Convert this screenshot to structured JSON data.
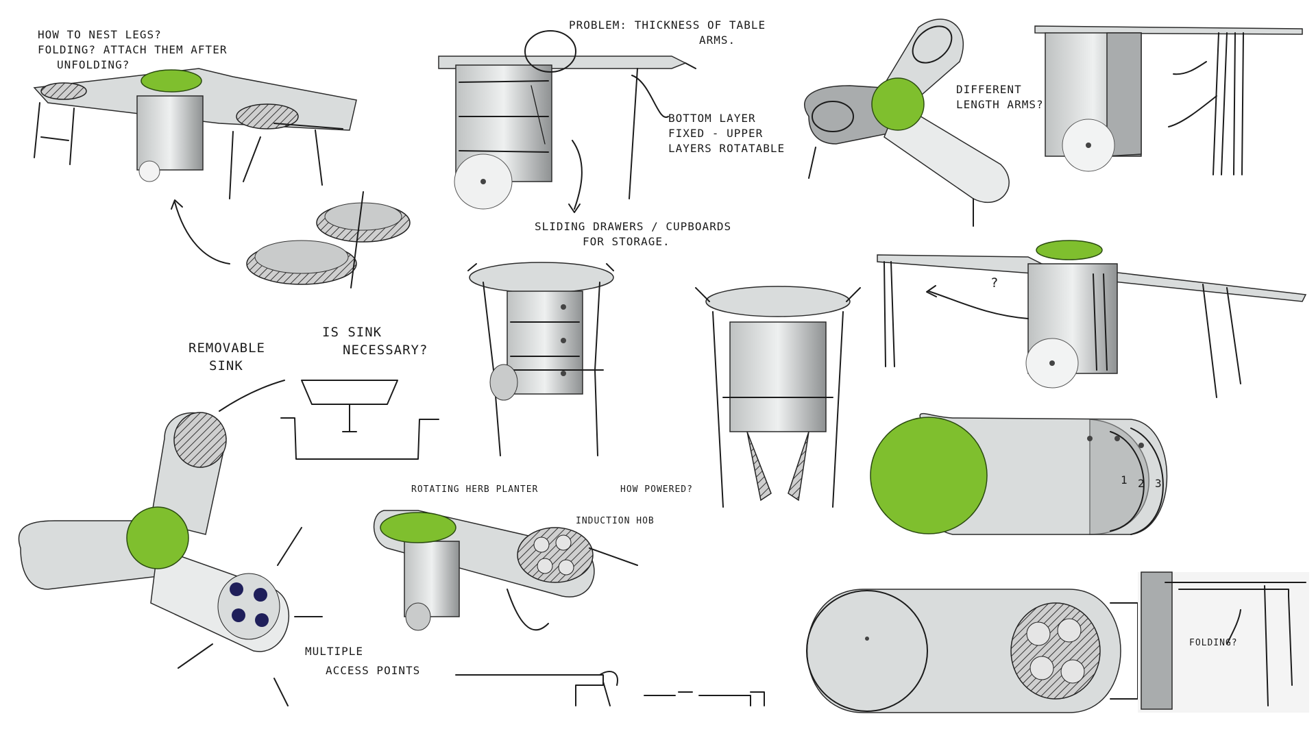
{
  "annotations": {
    "nest_legs": [
      "HOW TO NEST LEGS?",
      "FOLDING? ATTACH THEM AFTER",
      "UNFOLDING?"
    ],
    "problem": [
      "PROBLEM: THICKNESS OF TABLE",
      "ARMS."
    ],
    "bottom_layer": [
      "BOTTOM LAYER",
      "FIXED - UPPER",
      "LAYERS ROTATABLE"
    ],
    "different_arms": [
      "DIFFERENT",
      "LENGTH ARMS?"
    ],
    "sliding_drawers": [
      "SLIDING DRAWERS / CUPBOARDS",
      "FOR STORAGE."
    ],
    "question_mark": "?",
    "removable_sink": [
      "REMOVABLE",
      "SINK"
    ],
    "sink_necessary": [
      "IS SINK",
      "NECESSARY?"
    ],
    "herb_planter": "ROTATING HERB PLANTER",
    "how_powered": "HOW POWERED?",
    "induction_hob": "INDUCTION HOB",
    "multiple_access": [
      "MULTIPLE",
      "ACCESS POINTS"
    ],
    "folding": "FOLDING?",
    "layer_numbers": [
      "1",
      "2",
      "3"
    ]
  },
  "colors": {
    "ink": "#1b1b1b",
    "card": "#d9dcdc",
    "card_dark": "#a9acad",
    "herb_green": "#7fbf2e"
  }
}
